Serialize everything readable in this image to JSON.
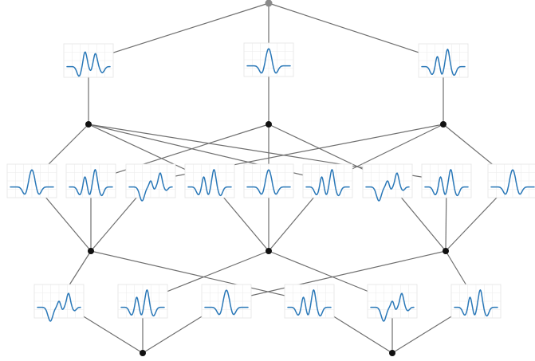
{
  "colors": {
    "wave": "#2a78b8",
    "edge": "#6f6f6f",
    "junction": "#111111",
    "root": "#8a8a8a",
    "panel_border": "#e3e3e3",
    "grid": "#ececec"
  },
  "root": {
    "id": "root",
    "icon": "root-node"
  },
  "panels": [
    {
      "id": "p1-1",
      "shape": "M"
    },
    {
      "id": "p1-2",
      "shape": "single"
    },
    {
      "id": "p1-3",
      "shape": "N"
    },
    {
      "id": "p2-1",
      "shape": "single"
    },
    {
      "id": "p2-2",
      "shape": "N"
    },
    {
      "id": "p2-3",
      "shape": "dipM"
    },
    {
      "id": "p2-4",
      "shape": "N"
    },
    {
      "id": "p2-5",
      "shape": "single"
    },
    {
      "id": "p2-6",
      "shape": "N"
    },
    {
      "id": "p2-7",
      "shape": "dipM"
    },
    {
      "id": "p2-8",
      "shape": "N"
    },
    {
      "id": "p2-9",
      "shape": "single"
    },
    {
      "id": "p3-1",
      "shape": "dipM"
    },
    {
      "id": "p3-2",
      "shape": "N"
    },
    {
      "id": "p3-3",
      "shape": "single"
    },
    {
      "id": "p3-4",
      "shape": "N"
    },
    {
      "id": "p3-5",
      "shape": "dipM"
    },
    {
      "id": "p3-6",
      "shape": "N"
    }
  ],
  "junctions": [
    "j1-1",
    "j1-2",
    "j1-3",
    "j2-1",
    "j2-2",
    "j2-3",
    "j3-1",
    "j3-2"
  ],
  "edges": [
    [
      "root",
      "p1-1"
    ],
    [
      "root",
      "p1-2"
    ],
    [
      "root",
      "p1-3"
    ],
    [
      "p1-1",
      "j1-1"
    ],
    [
      "p1-2",
      "j1-2"
    ],
    [
      "p1-3",
      "j1-3"
    ],
    [
      "j1-1",
      "p2-1"
    ],
    [
      "j1-1",
      "p2-4"
    ],
    [
      "j1-1",
      "p2-6"
    ],
    [
      "j1-1",
      "p2-8"
    ],
    [
      "j1-2",
      "p2-2"
    ],
    [
      "j1-2",
      "p2-5"
    ],
    [
      "j1-2",
      "p2-7"
    ],
    [
      "j1-3",
      "p2-3"
    ],
    [
      "j1-3",
      "p2-6"
    ],
    [
      "j1-3",
      "p2-9"
    ],
    [
      "p2-1",
      "j2-1"
    ],
    [
      "p2-2",
      "j2-1"
    ],
    [
      "p2-3",
      "j2-1"
    ],
    [
      "p2-4",
      "j2-2"
    ],
    [
      "p2-5",
      "j2-2"
    ],
    [
      "p2-6",
      "j2-2"
    ],
    [
      "p2-7",
      "j2-3"
    ],
    [
      "p2-8",
      "j2-3"
    ],
    [
      "p2-9",
      "j2-3"
    ],
    [
      "j2-1",
      "p3-1"
    ],
    [
      "j2-1",
      "p3-4"
    ],
    [
      "j2-2",
      "p3-2"
    ],
    [
      "j2-2",
      "p3-5"
    ],
    [
      "j2-3",
      "p3-3"
    ],
    [
      "j2-3",
      "p3-6"
    ],
    [
      "p3-1",
      "j3-1"
    ],
    [
      "p3-2",
      "j3-1"
    ],
    [
      "p3-3",
      "j3-1"
    ],
    [
      "p3-4",
      "j3-2"
    ],
    [
      "p3-5",
      "j3-2"
    ],
    [
      "p3-6",
      "j3-2"
    ]
  ]
}
